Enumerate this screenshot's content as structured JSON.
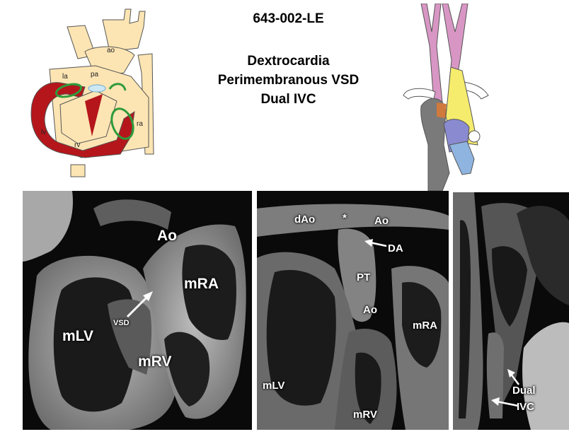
{
  "header": {
    "specimen_id": "643-002-LE",
    "diagnosis_lines": [
      "Dextrocardia",
      "Perimembranous VSD",
      "Dual IVC"
    ]
  },
  "heart_diagram": {
    "labels": {
      "ao": "ao",
      "pa": "pa",
      "la": "la",
      "lv": "lv",
      "rv": "rv",
      "ra": "ra"
    },
    "colors": {
      "chamber_wall": "#b5161b",
      "vessel": "#fde5b3",
      "valve_ring": "#2e9b3a",
      "outline": "#555555"
    }
  },
  "vessel_diagram": {
    "colors": {
      "pink": "#d896c4",
      "yellow": "#f5ec6d",
      "orange": "#d0793c",
      "grey": "#7a7a7a",
      "blue": "#8fb4e0",
      "purple": "#8a8ad0"
    }
  },
  "panels": {
    "left": {
      "labels": {
        "ao": "Ao",
        "mra": "mRA",
        "vsd": "VSD",
        "mlv": "mLV",
        "mrv": "mRV"
      }
    },
    "middle": {
      "labels": {
        "dao": "dAo",
        "asterisk": "*",
        "ao_top": "Ao",
        "da": "DA",
        "pt": "PT",
        "ao_mid": "Ao",
        "mra": "mRA",
        "mlv": "mLV",
        "mrv": "mRV"
      }
    },
    "right": {
      "labels": {
        "dual": "Dual",
        "ivc": "IVC"
      }
    }
  }
}
